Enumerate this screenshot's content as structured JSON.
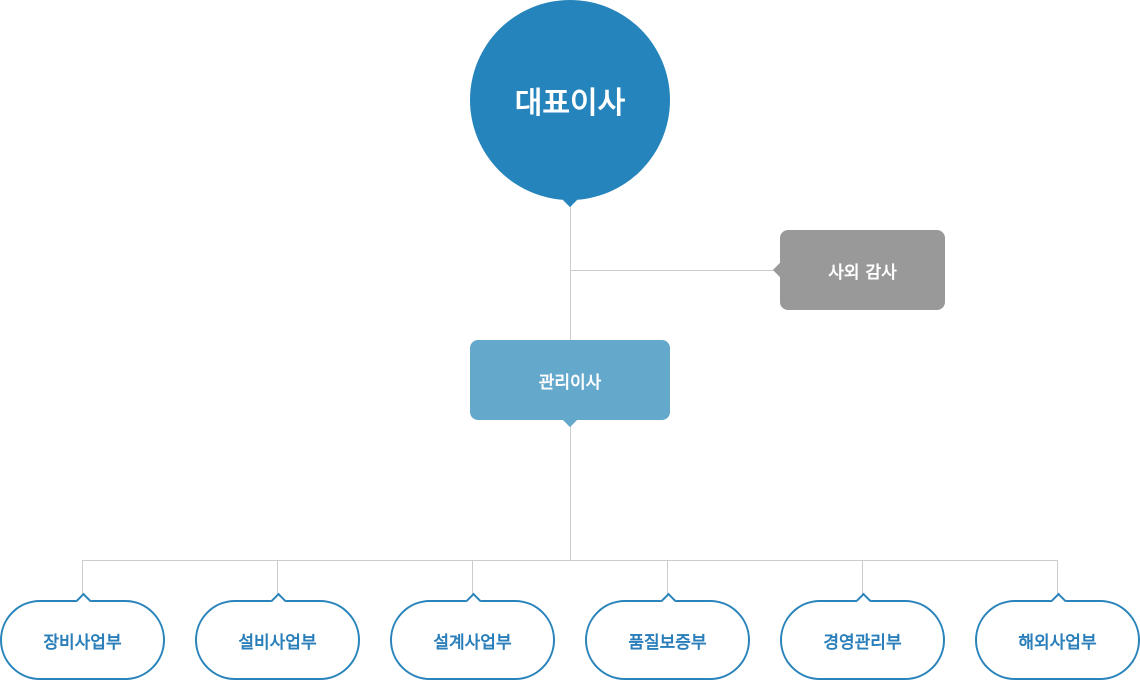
{
  "ceo": {
    "label": "대표이사"
  },
  "audit": {
    "label": "사외 감사"
  },
  "manager": {
    "label": "관리이사"
  },
  "departments": [
    {
      "label": "장비사업부"
    },
    {
      "label": "설비사업부"
    },
    {
      "label": "설계사업부"
    },
    {
      "label": "품질보증부"
    },
    {
      "label": "경영관리부"
    },
    {
      "label": "해외사업부"
    }
  ],
  "colors": {
    "ceo": "#2584bb",
    "manager": "#64a8cc",
    "audit": "#999999",
    "department_border": "#2a84bb",
    "connector": "#cccccc"
  }
}
